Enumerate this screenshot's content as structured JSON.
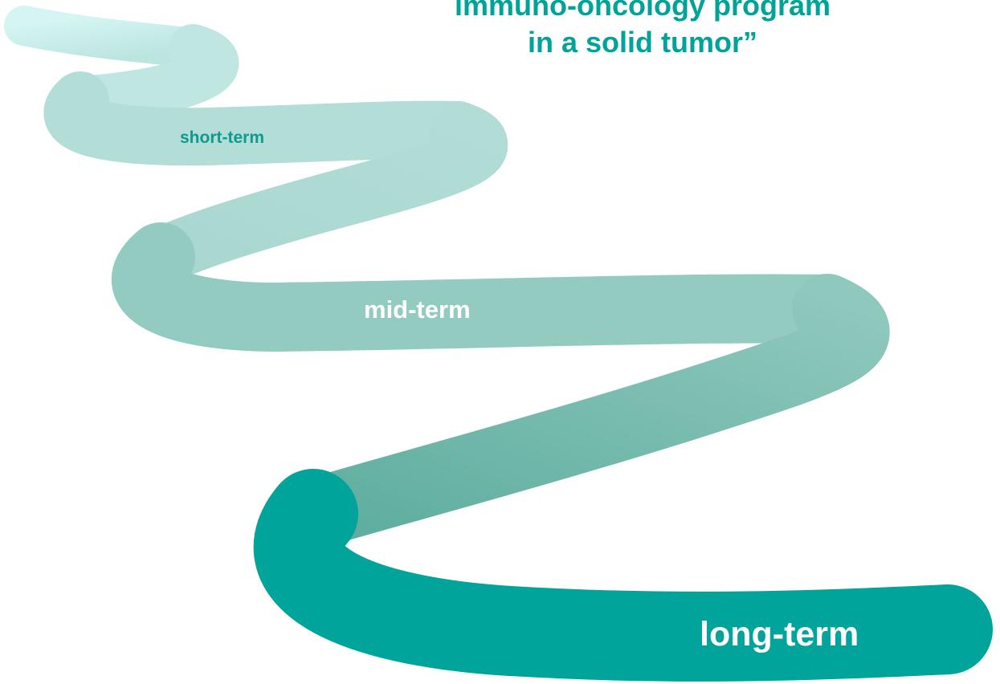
{
  "title": {
    "line1": "immuno-oncology program",
    "line2": "in a solid tumor”"
  },
  "stages": [
    {
      "label": "short-term",
      "color": "#aed9d3"
    },
    {
      "label": "mid-term",
      "color": "#94cbc0"
    },
    {
      "label": "long-term",
      "color": "#00a49a"
    }
  ],
  "colors": {
    "path_start": "#d3f3f0",
    "short_term_band": "#aed9d3",
    "mid_term_band": "#94cbc0",
    "long_term_band": "#00a49a",
    "title_text": "#00a398",
    "short_label_text": "#0f9a8f"
  }
}
